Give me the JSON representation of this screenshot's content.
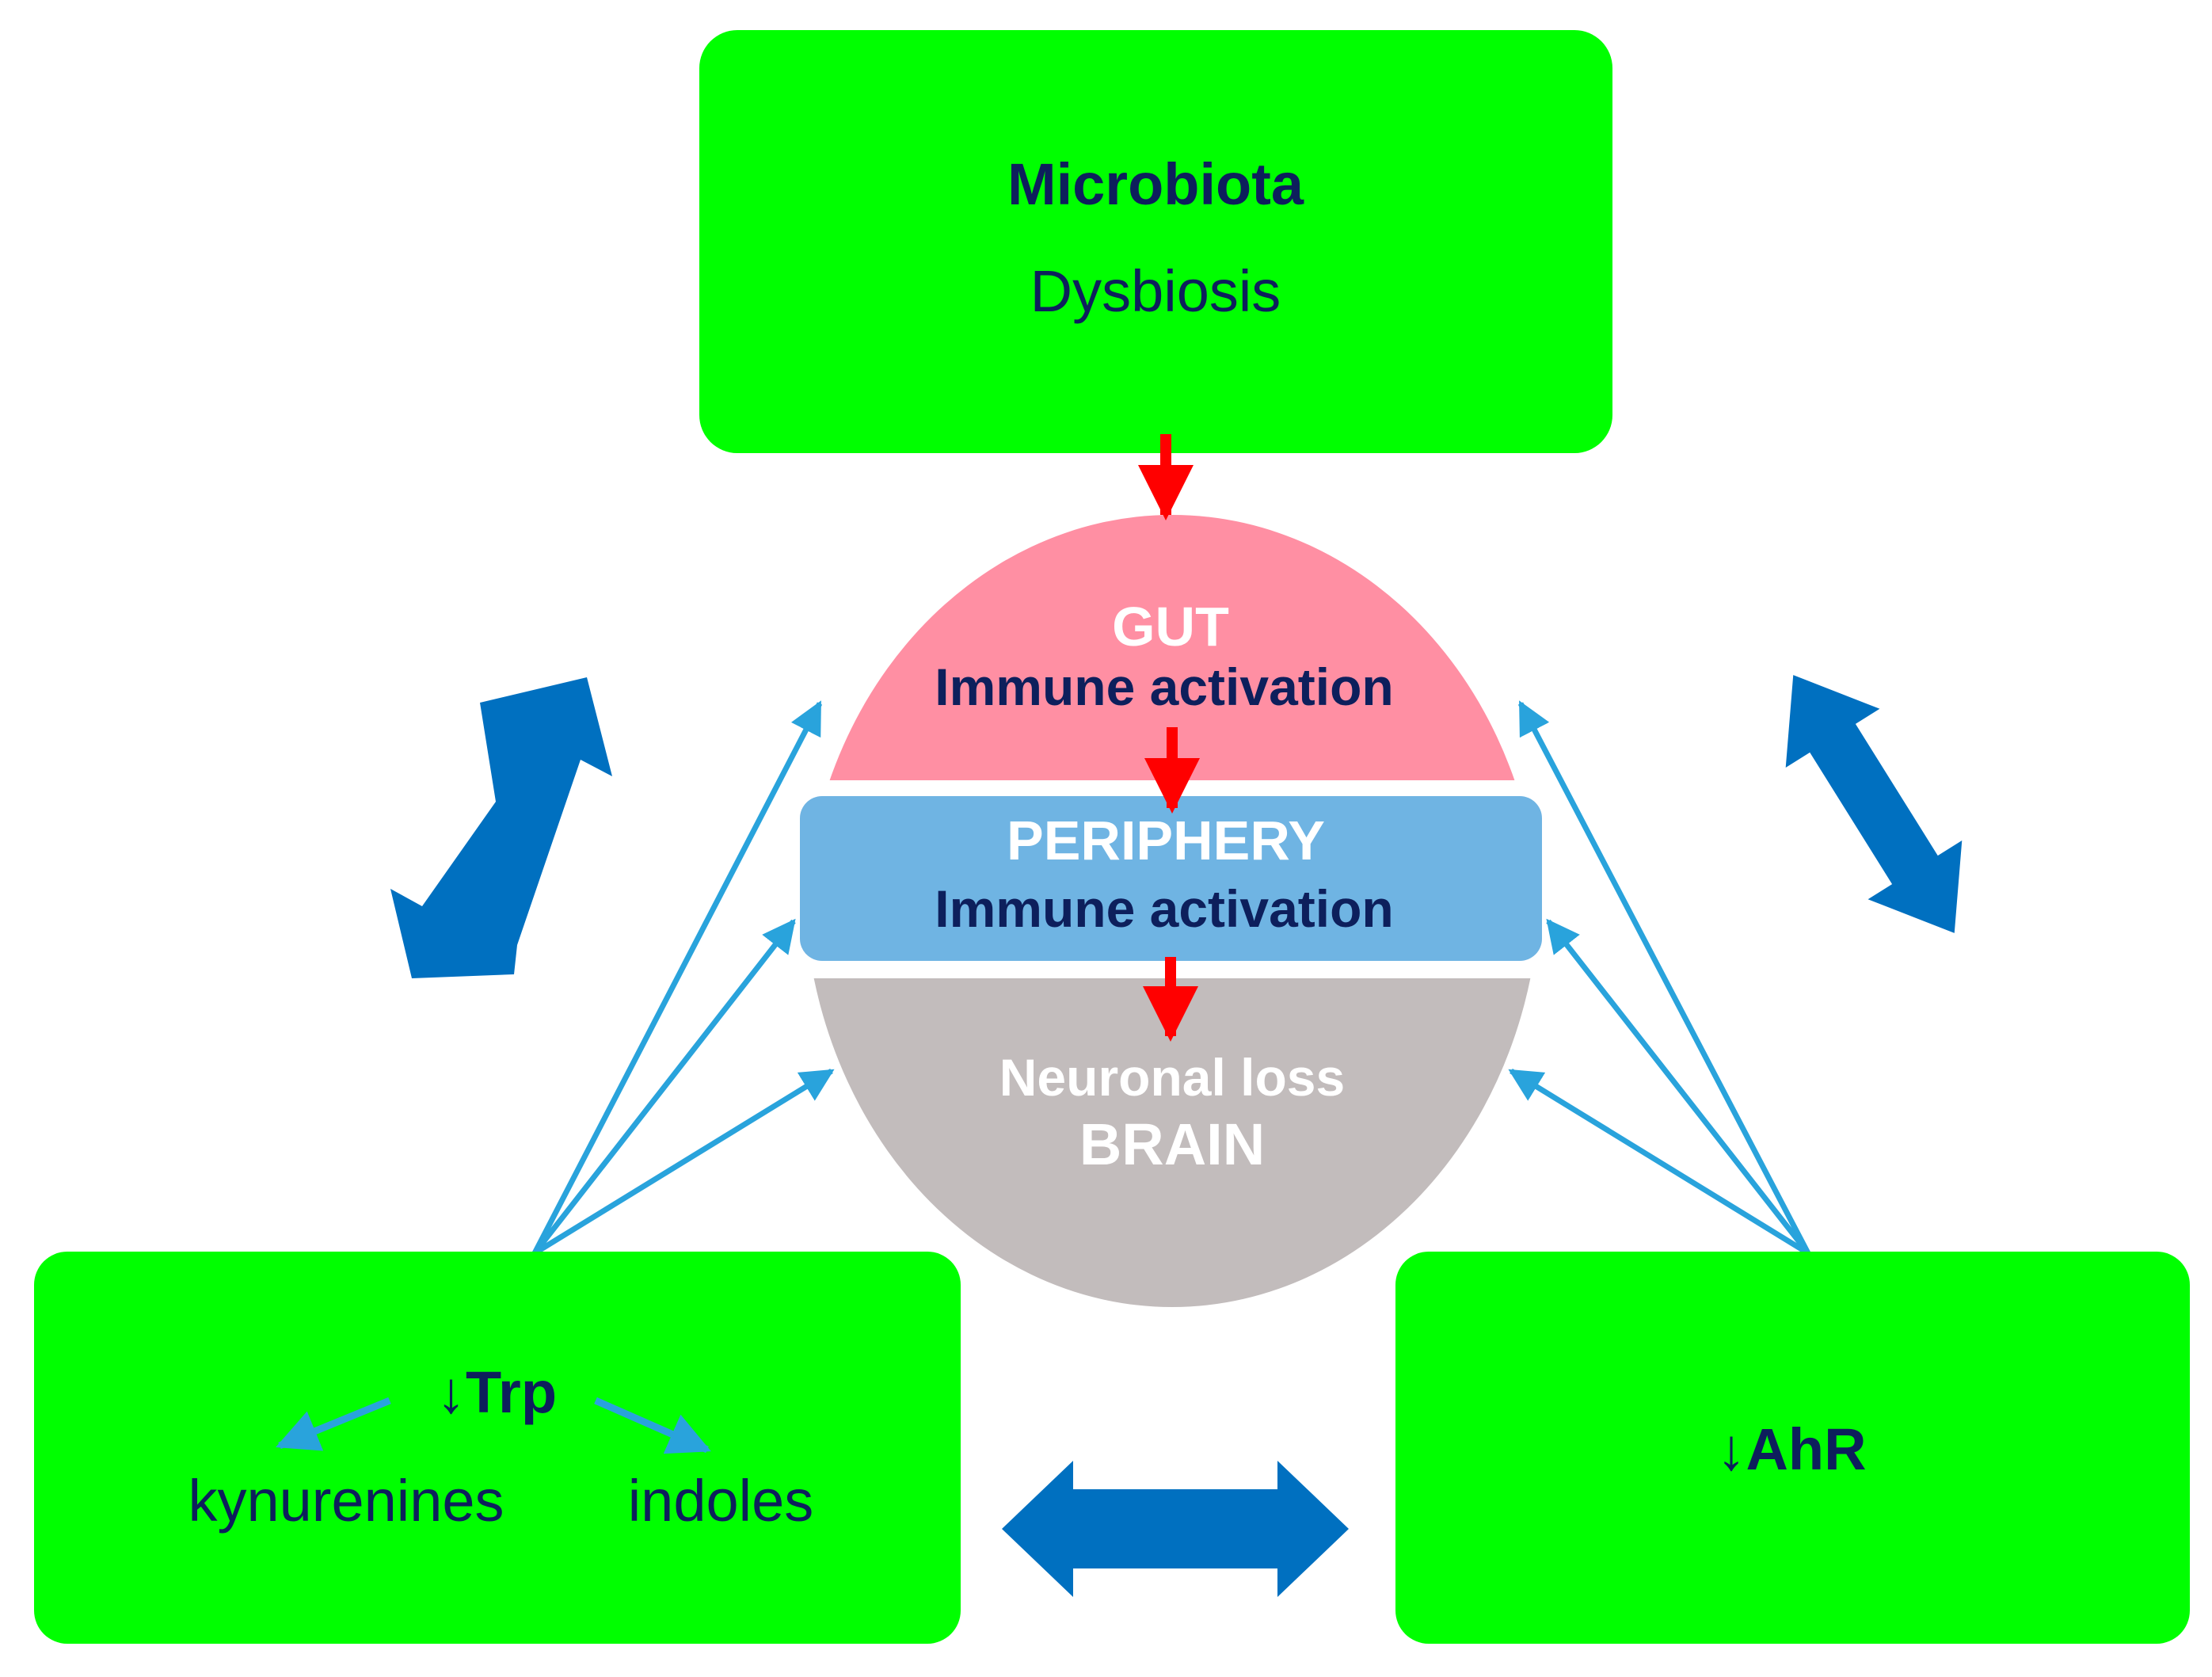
{
  "colors": {
    "box_green": "#00ff00",
    "text_navy": "#0d1f5c",
    "gut_pink": "#ff8fa3",
    "periphery_blue": "#6fb4e3",
    "brain_gray": "#c2bcbc",
    "arrow_red": "#ff0000",
    "arrow_light_blue": "#29a3dc",
    "arrow_dark_blue": "#0070c0",
    "label_white": "#ffffff"
  },
  "microbiota_box": {
    "title": "Microbiota",
    "subtitle": "Dysbiosis"
  },
  "gut": {
    "label": "GUT",
    "sublabel": "Immune activation"
  },
  "periphery": {
    "label": "PERIPHERY",
    "sublabel": "Immune activation"
  },
  "brain": {
    "sublabel": "Neuronal loss",
    "label": "BRAIN"
  },
  "trp_box": {
    "title": "↓Trp",
    "left_product": "kynurenines",
    "right_product": "indoles"
  },
  "ahr_box": {
    "title": "↓AhR"
  }
}
